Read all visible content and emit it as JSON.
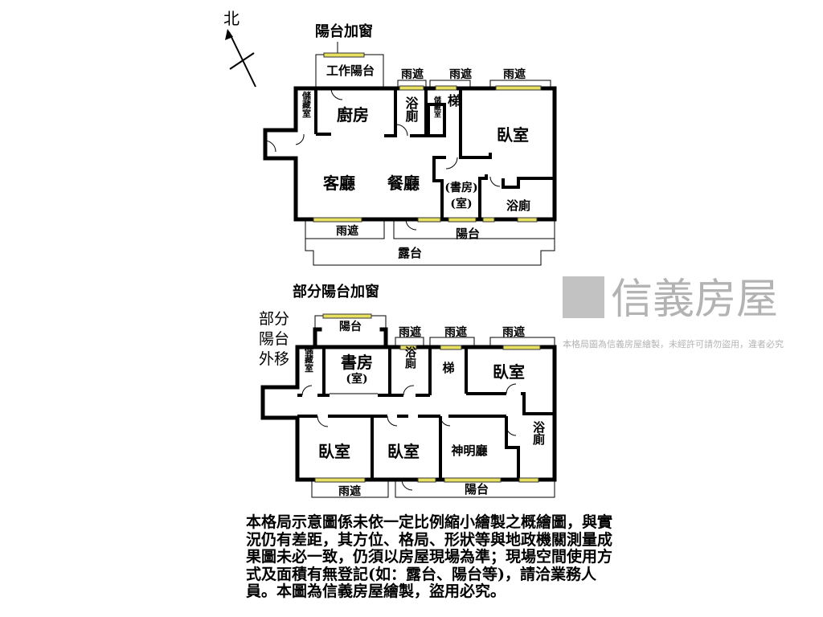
{
  "compass": {
    "north": "北"
  },
  "watermark": {
    "brand": "信義房屋",
    "small": "本格局圖為信義房屋繪製，未經許可請勿盜用，違者必究"
  },
  "upper_plan": {
    "note_top": "陽台加窗",
    "rooms": {
      "work_balcony": "工作陽台",
      "storage1": "儲藏室",
      "kitchen": "廚房",
      "bath1": "浴廁",
      "storage2": "儲藏室",
      "stairs": "梯",
      "bedroom": "臥室",
      "living": "客廳",
      "dining": "餐廳",
      "study": "(書房)",
      "study_sub": "(室)",
      "bath2": "浴廁",
      "canopy_bottom": "雨遮",
      "balcony": "陽台",
      "terrace": "露台",
      "canopy1": "雨遮",
      "canopy2": "雨遮",
      "canopy3": "雨遮"
    }
  },
  "lower_plan": {
    "note_top": "部分陽台加窗",
    "note_left": [
      "部分",
      "陽台",
      "外移"
    ],
    "rooms": {
      "balcony_top": "陽台",
      "canopy1": "雨遮",
      "canopy2": "雨遮",
      "canopy3": "雨遮",
      "storage": "儲藏室",
      "study": "書房",
      "study_sub": "(室)",
      "bath1": "浴廁",
      "stairs": "梯",
      "bedroom1": "臥室",
      "bedroom2": "臥室",
      "bedroom3": "臥室",
      "shrine": "神明廳",
      "bath2": "浴廁",
      "canopy_bottom": "雨遮",
      "balcony_bottom": "陽台"
    }
  },
  "disclaimer": "本格局示意圖係未依一定比例縮小繪製之概繪圖，與實況仍有差距，其方位、格局、形狀等與地政機關測量成果圖未必一致，仍須以房屋現場為準；現場空間使用方式及面積有無登記(如：露台、陽台等)，請洽業務人員。本圖為信義房屋繪製，盜用必究。",
  "colors": {
    "window": "#e8e060",
    "wall": "#000000",
    "watermark": "#9a9a9a"
  }
}
